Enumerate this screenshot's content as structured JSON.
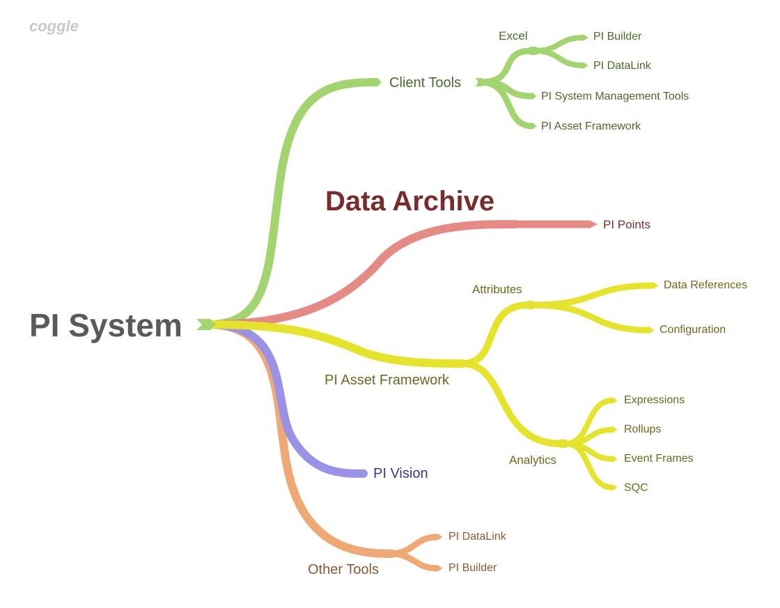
{
  "logo": {
    "text": "coggle"
  },
  "colors": {
    "green": "#a2d56f",
    "green_text": "#4b6a2a",
    "red": "#e68a86",
    "red_text": "#7a2c2c",
    "yellow": "#e6e32d",
    "yellow_text": "#6b6a1e",
    "purple": "#9a92e6",
    "purple_text": "#3d368a",
    "orange": "#f0a874",
    "orange_text": "#8b5a33",
    "root_text": "#5a5a5a"
  },
  "root": {
    "label": "PI System"
  },
  "client_tools": {
    "label": "Client Tools",
    "excel": {
      "label": "Excel",
      "children": [
        "PI Builder",
        "PI DataLink"
      ]
    },
    "children": [
      "PI System Management Tools",
      "PI Asset Framework"
    ]
  },
  "data_archive": {
    "label": "Data Archive",
    "children": [
      "PI Points"
    ]
  },
  "asset_framework": {
    "label": "PI Asset Framework",
    "attributes": {
      "label": "Attributes",
      "children": [
        "Data References",
        "Configuration"
      ]
    },
    "analytics": {
      "label": "Analytics",
      "children": [
        "Expressions",
        "Rollups",
        "Event Frames",
        "SQC"
      ]
    }
  },
  "pi_vision": {
    "label": "PI Vision"
  },
  "other_tools": {
    "label": "Other Tools",
    "children": [
      "PI DataLink",
      "PI Builder"
    ]
  }
}
